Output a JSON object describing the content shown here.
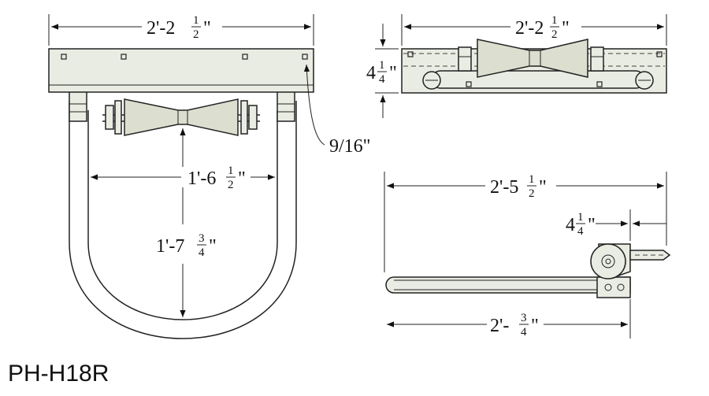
{
  "model_label": "PH-H18R",
  "dimensions": {
    "front_width": {
      "whole": "2'-2",
      "num": "1",
      "den": "2",
      "unit": "\""
    },
    "side_width": {
      "whole": "2'-2",
      "num": "1",
      "den": "2",
      "unit": "\""
    },
    "side_height": {
      "whole": "4",
      "num": "1",
      "den": "4",
      "unit": "\""
    },
    "inner_width": {
      "whole": "1'-6",
      "num": "1",
      "den": "2",
      "unit": "\""
    },
    "inner_height": {
      "whole": "1'-7",
      "num": "3",
      "den": "4",
      "unit": "\""
    },
    "hole_callout": "9/16\"",
    "top_length": {
      "whole": "2'-5",
      "num": "1",
      "den": "2",
      "unit": "\""
    },
    "top_offset": {
      "whole": "4",
      "num": "1",
      "den": "4",
      "unit": "\""
    },
    "bottom_length": {
      "whole": "2'-",
      "num": "3",
      "den": "4",
      "unit": "\""
    }
  }
}
